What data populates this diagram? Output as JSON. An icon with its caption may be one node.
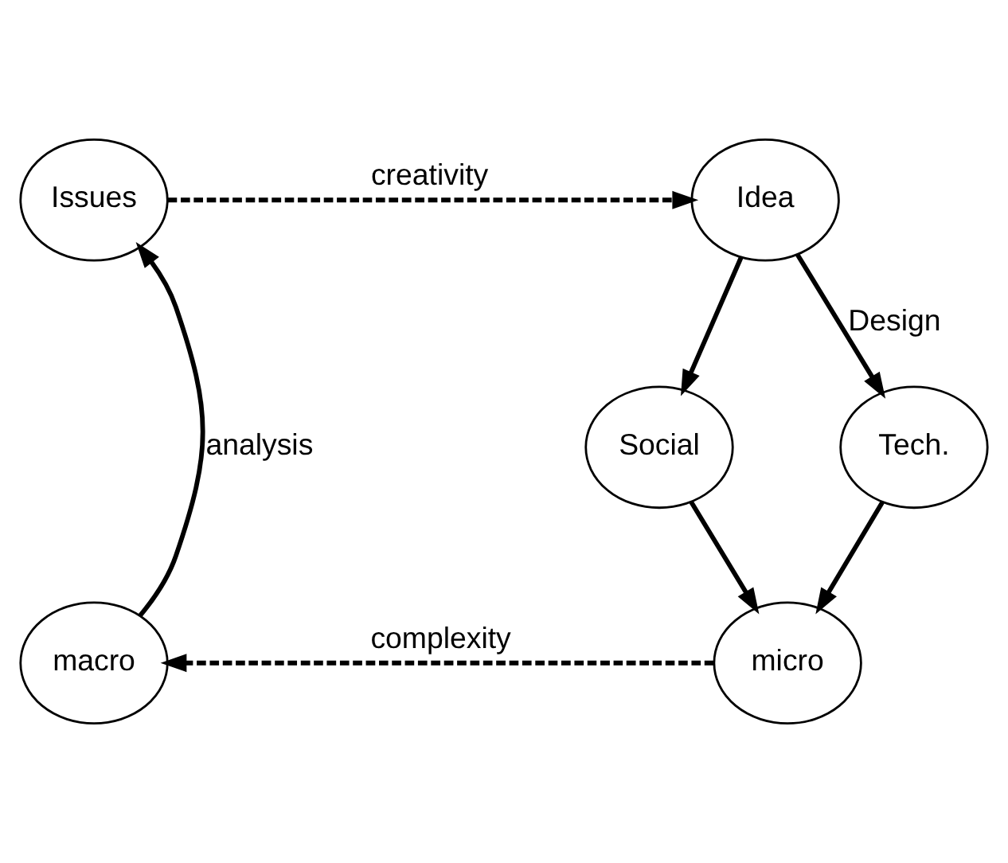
{
  "diagram": {
    "nodes": [
      {
        "text": [
          "Issues"
        ]
      },
      {
        "text": [
          "Idea"
        ]
      },
      {
        "text": [
          "Social"
        ]
      },
      {
        "text": [
          "Tech."
        ]
      },
      {
        "text": [
          "micro"
        ]
      },
      {
        "text": [
          "macro"
        ]
      }
    ],
    "edges": [
      {
        "from": 0,
        "to": 1,
        "arrow": "to",
        "label": "creativity",
        "style": "dashed"
      },
      {
        "from": 1,
        "to": 2,
        "arrow": "to"
      },
      {
        "from": 1,
        "to": 3,
        "arrow": "to",
        "label": "Design"
      },
      {
        "from": 2,
        "to": 4,
        "arrow": "to"
      },
      {
        "from": 3,
        "to": 4,
        "arrow": "to"
      },
      {
        "from": 4,
        "to": 5,
        "arrow": "to",
        "label": "complexity",
        "style": "dashed"
      },
      {
        "from": 5,
        "to": 0,
        "arrow": "to",
        "label": "analysis"
      }
    ]
  }
}
